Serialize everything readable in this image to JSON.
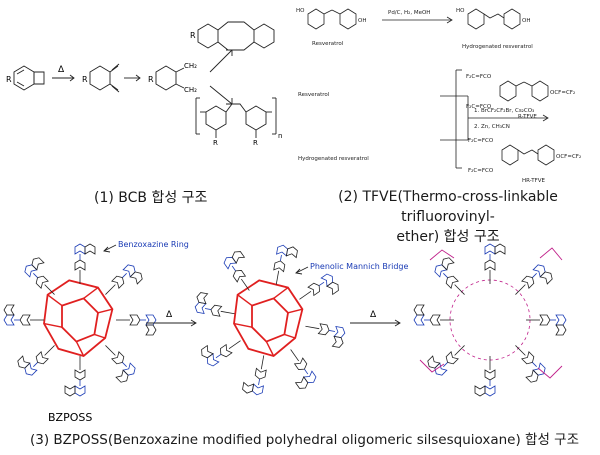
{
  "captions": {
    "bcb": "(1) BCB 합성 구조",
    "tfve_line1": "(2) TFVE(Thermo-cross-linkable trifluorovinyl-",
    "tfve_line2": "ether) 합성 구조",
    "bzposs": "(3) BZPOSS(Benzoxazine modified polyhedral oligomeric silsesquioxane) 합성 구조"
  },
  "bcb": {
    "r_label": "R",
    "ch2_label": "CH₂",
    "n_label": "n",
    "delta": "Δ"
  },
  "tfve": {
    "resveratrol": "Resveratrol",
    "hydrogenated_resveratrol": "Hydrogenated resveratrol",
    "h2_condition": "Pd/C, H₂, MeOH",
    "step1": "1. BrCF₂CF₂Br, Cs₂CO₃",
    "step2": "2. Zn, CH₃CN",
    "r_tfve": "R-TFVE",
    "hr_tfve": "HR-TFVE",
    "ho": "HO",
    "oh": "OH",
    "f2c_fco": "F₂C=FCO",
    "ocf_cf2": "OCF=CF₂"
  },
  "bzposs": {
    "benzoxazine_ring": "Benzoxazine Ring",
    "phenolic_mannich_bridge": "Phenolic Mannich Bridge",
    "bzposs_label": "BZPOSS",
    "delta": "Δ"
  },
  "colors": {
    "blue_label": "#1a3bb5",
    "cage_red": "#e02020",
    "magenta": "#c0208a",
    "structure": "#222222"
  }
}
